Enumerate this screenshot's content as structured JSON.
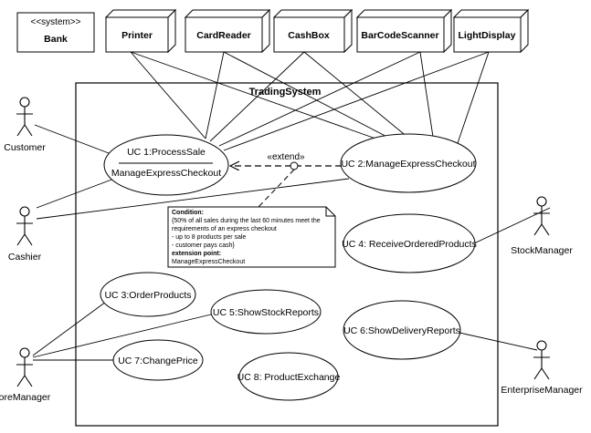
{
  "system": {
    "name": "TradingSystem"
  },
  "components": {
    "bank": {
      "stereotype": "<<system>>",
      "name": "Bank"
    },
    "printer": {
      "name": "Printer"
    },
    "card_reader": {
      "name": "CardReader"
    },
    "cash_box": {
      "name": "CashBox"
    },
    "barcode_scanner": {
      "name": "BarCodeScanner"
    },
    "light_display": {
      "name": "LightDisplay"
    }
  },
  "actors": {
    "customer": "Customer",
    "cashier": "Cashier",
    "store_manager": "StoreManager",
    "stock_manager": "StockManager",
    "enterprise_manager": "EnterpriseManager"
  },
  "use_cases": {
    "uc1": {
      "name": "UC 1:ProcessSale",
      "extension_point": "ManageExpressCheckout"
    },
    "uc2": "UC 2:ManageExpressCheckout",
    "uc3": "UC 3:OrderProducts",
    "uc4": "UC 4: ReceiveOrderedProducts",
    "uc5": "UC 5:ShowStockReports",
    "uc6": "UC 6:ShowDeliveryReports",
    "uc7": "UC 7:ChangePrice",
    "uc8": "UC 8: ProductExchange"
  },
  "extend_label": "«extend»",
  "note": {
    "title": "Condition:",
    "lines": [
      "{50% of all sales during the last 60 minutes meet the",
      "requirements of an express checkout",
      "- up to 8 products per sale",
      "- customer pays cash}"
    ],
    "ext_title": "extension point:",
    "ext_value": "ManageExpressCheckout"
  }
}
